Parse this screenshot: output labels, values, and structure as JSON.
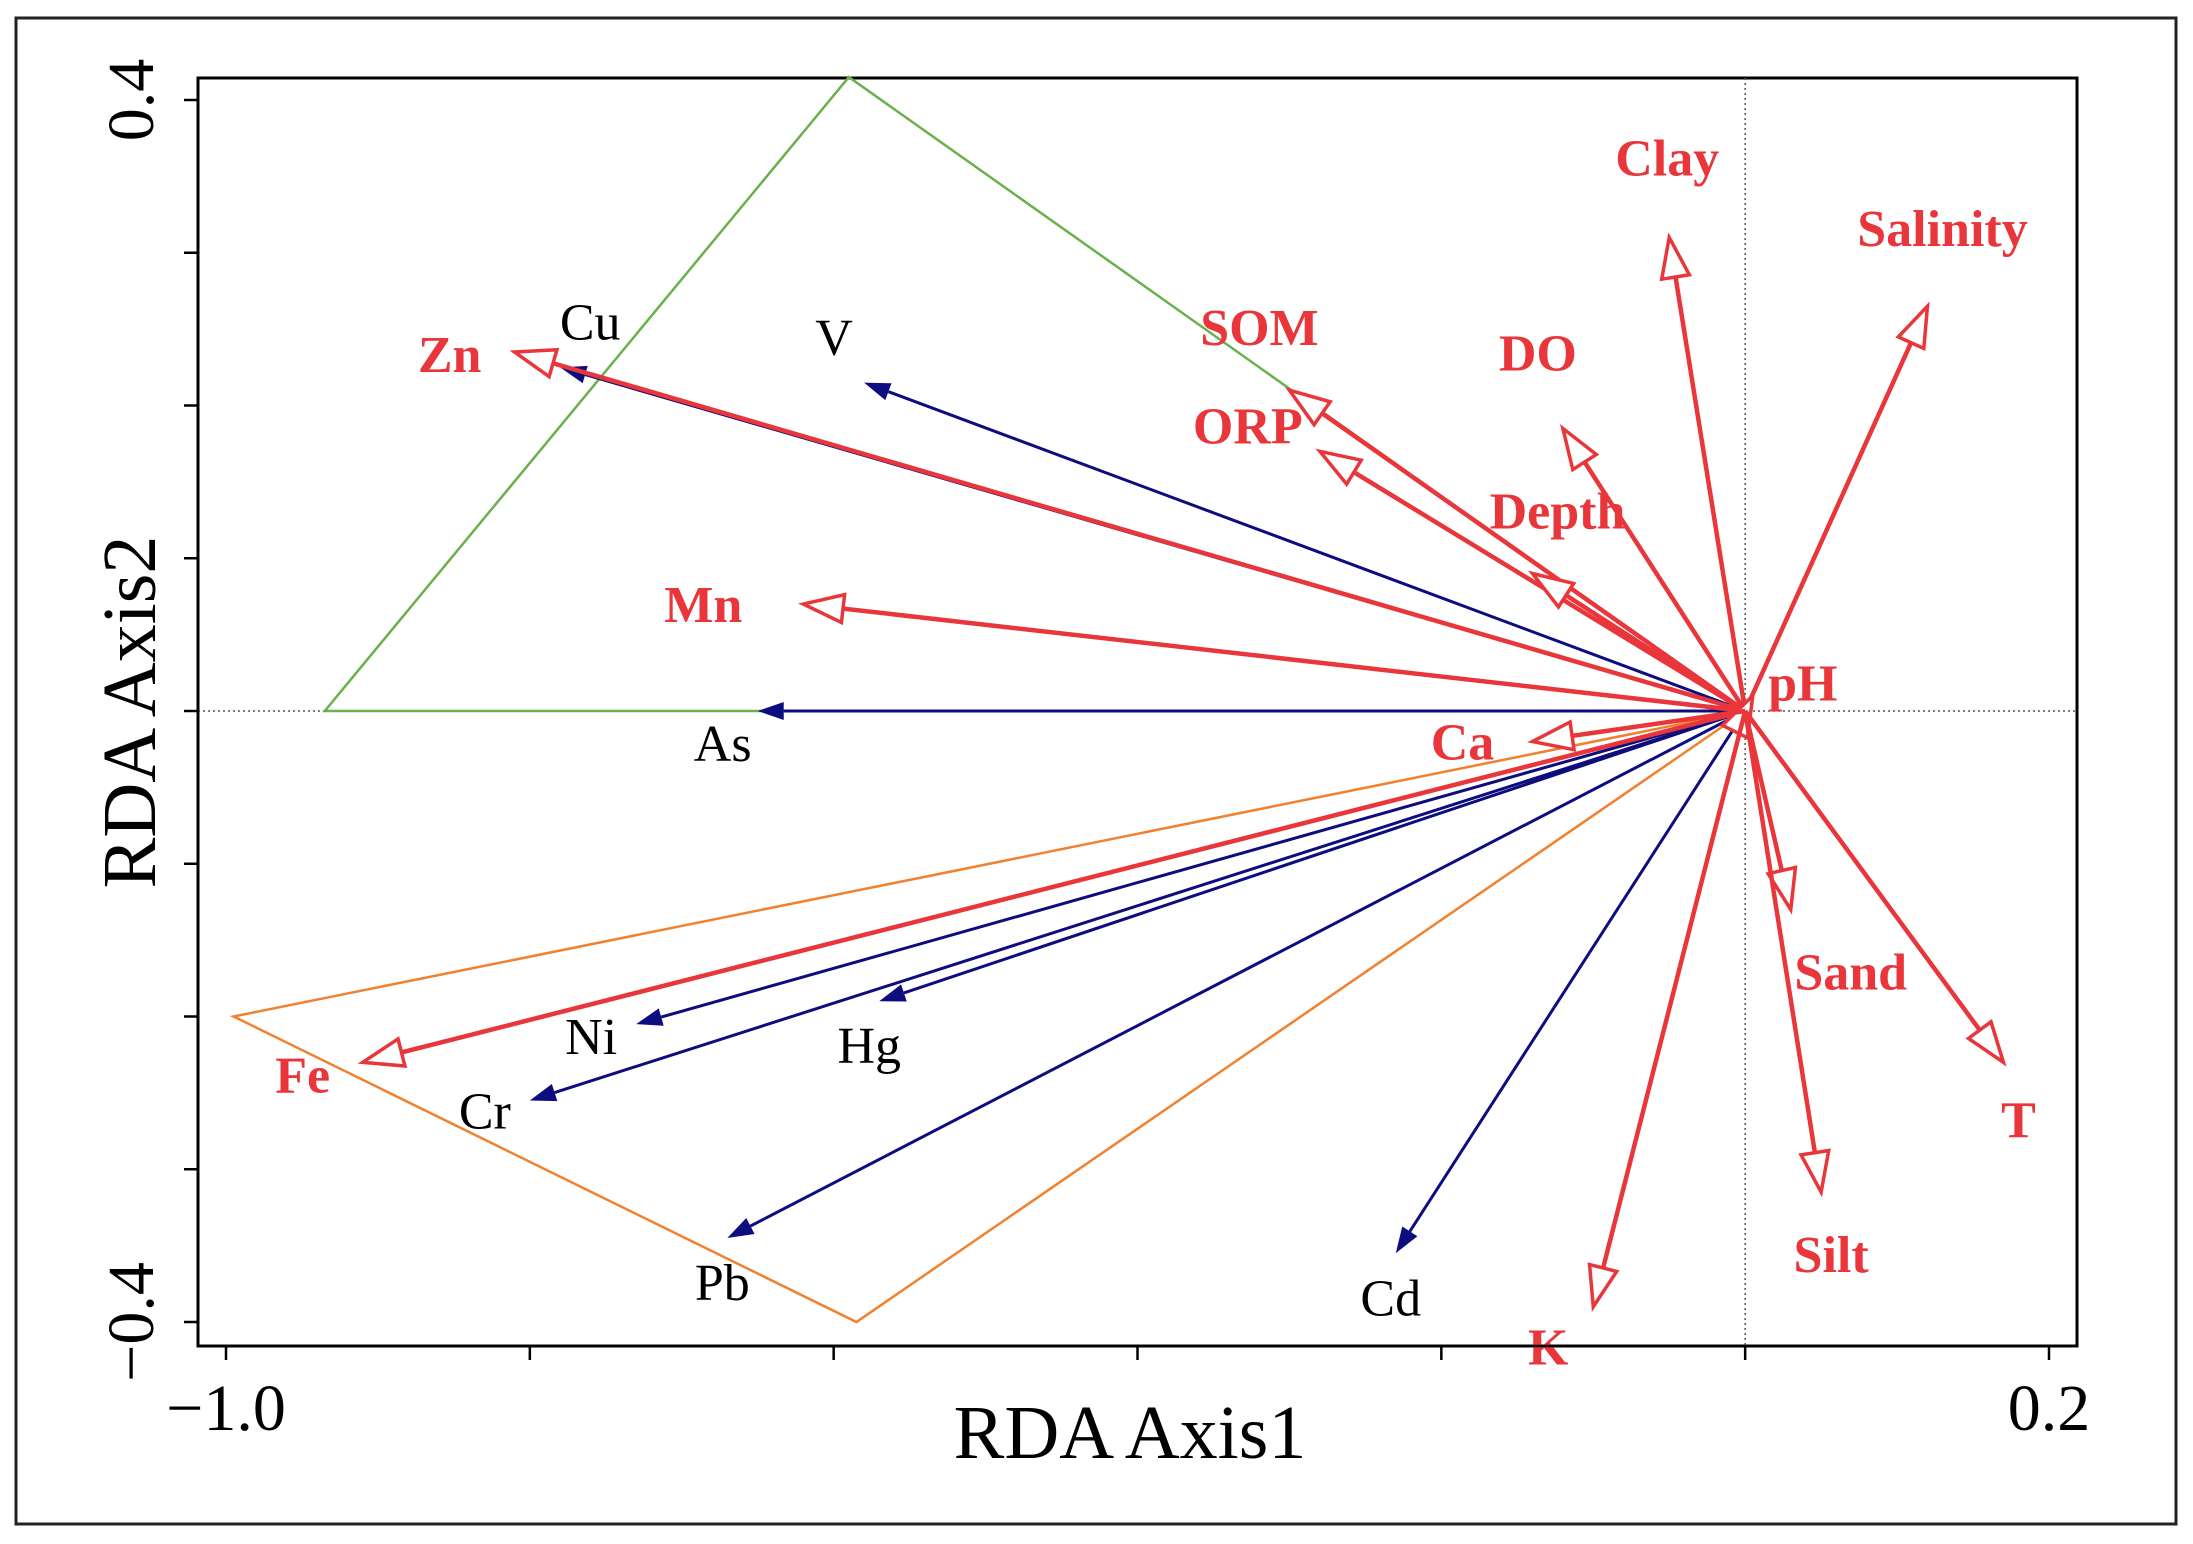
{
  "chart_data": {
    "type": "scatter",
    "subtype": "RDA biplot",
    "xlabel": "RDA Axis1",
    "ylabel": "RDA Axis2",
    "xlim": [
      -1.0,
      0.2
    ],
    "ylim": [
      -0.4,
      0.4
    ],
    "x_tick_labels": [
      {
        "value": -1.0,
        "label": "−1.0"
      },
      {
        "value": 0.2,
        "label": "0.2"
      }
    ],
    "x_minor_ticks": [
      -1.0,
      -0.8,
      -0.6,
      -0.4,
      -0.2,
      0.0,
      0.2
    ],
    "y_tick_labels": [
      {
        "value": 0.4,
        "label": "0.4"
      },
      {
        "value": -0.4,
        "label": "−0.4"
      }
    ],
    "y_minor_ticks": [
      0.4,
      0.3,
      0.2,
      0.1,
      0.0,
      -0.1,
      -0.2,
      -0.3,
      -0.4
    ],
    "grid": false,
    "zero_lines": true,
    "species_color": "#0d0d80",
    "env_color": "#e8363b",
    "species": [
      {
        "name": "Cu",
        "x": -0.78,
        "y": 0.225
      },
      {
        "name": "V",
        "x": -0.58,
        "y": 0.215
      },
      {
        "name": "As",
        "x": -0.65,
        "y": 0.0
      },
      {
        "name": "Ni",
        "x": -0.73,
        "y": -0.205
      },
      {
        "name": "Hg",
        "x": -0.57,
        "y": -0.19
      },
      {
        "name": "Cr",
        "x": -0.8,
        "y": -0.255
      },
      {
        "name": "Pb",
        "x": -0.67,
        "y": -0.345
      },
      {
        "name": "Cd",
        "x": -0.23,
        "y": -0.355
      }
    ],
    "env_variables": [
      {
        "name": "Zn",
        "x": -0.81,
        "y": 0.235
      },
      {
        "name": "Mn",
        "x": -0.62,
        "y": 0.07
      },
      {
        "name": "Fe",
        "x": -0.91,
        "y": -0.23
      },
      {
        "name": "SOM",
        "x": -0.3,
        "y": 0.21
      },
      {
        "name": "ORP",
        "x": -0.28,
        "y": 0.17
      },
      {
        "name": "DO",
        "x": -0.12,
        "y": 0.185
      },
      {
        "name": "Depth",
        "x": -0.14,
        "y": 0.09
      },
      {
        "name": "Clay",
        "x": -0.05,
        "y": 0.31
      },
      {
        "name": "Salinity",
        "x": 0.12,
        "y": 0.265
      },
      {
        "name": "pH",
        "x": 0.005,
        "y": 0.01
      },
      {
        "name": "Ca",
        "x": -0.14,
        "y": -0.02
      },
      {
        "name": "Sand",
        "x": 0.03,
        "y": -0.13
      },
      {
        "name": "T",
        "x": 0.17,
        "y": -0.23
      },
      {
        "name": "Silt",
        "x": 0.05,
        "y": -0.315
      },
      {
        "name": "K",
        "x": -0.1,
        "y": -0.39
      }
    ],
    "groups": [
      {
        "color": "#6ab04c",
        "vertices": [
          [
            -0.935,
            0.0
          ],
          [
            -0.59,
            0.415
          ],
          [
            0.0,
            0.0
          ]
        ]
      },
      {
        "color": "#f0812f",
        "vertices": [
          [
            -0.995,
            -0.2
          ],
          [
            -0.585,
            -0.4
          ],
          [
            0.0,
            0.0
          ]
        ]
      }
    ]
  }
}
